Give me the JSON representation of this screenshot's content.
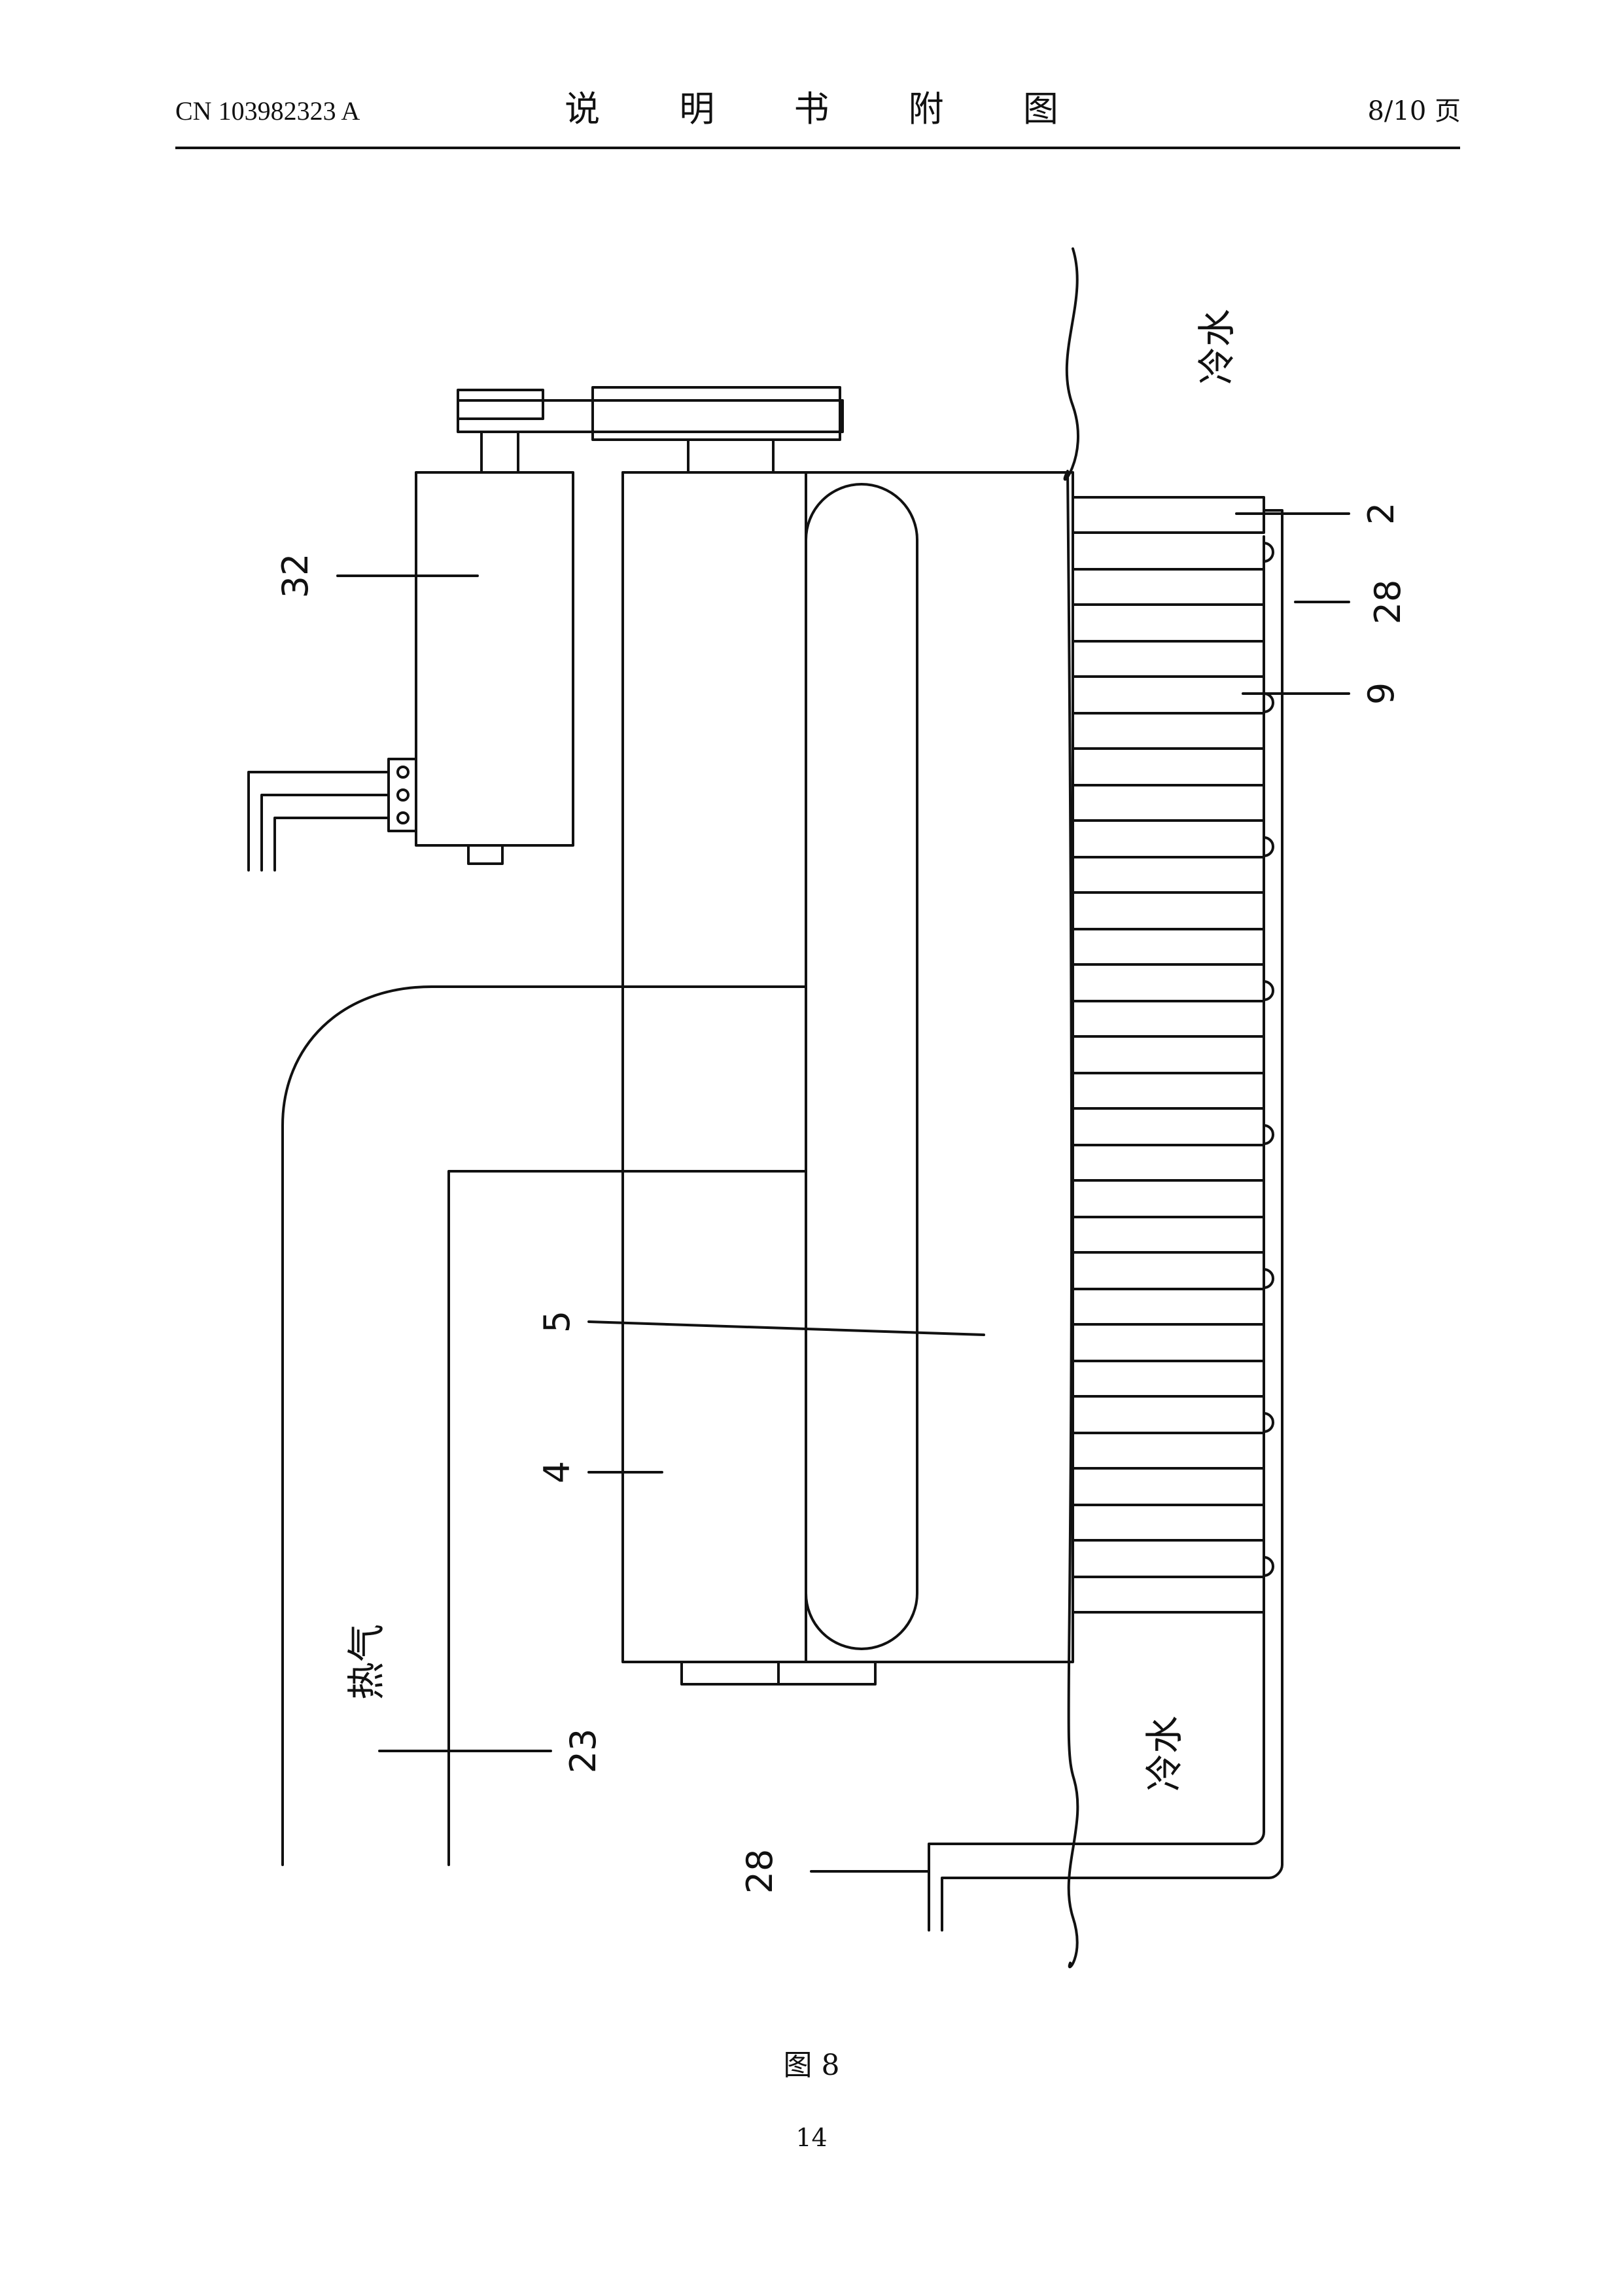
{
  "header": {
    "publication_number": "CN 103982323 A",
    "section_title": "说 明 书 附 图",
    "page_count": "8/10 页"
  },
  "figure": {
    "labels": {
      "cold_water_top": "冷水",
      "cold_water_bottom": "冷水",
      "hot_air": "热气",
      "ref_2": "2",
      "ref_28_right": "28",
      "ref_9": "9",
      "ref_32": "32",
      "ref_5": "5",
      "ref_4": "4",
      "ref_23": "23",
      "ref_28_bottom": "28"
    },
    "caption": "图 8"
  },
  "footer": {
    "page_number": "14"
  }
}
